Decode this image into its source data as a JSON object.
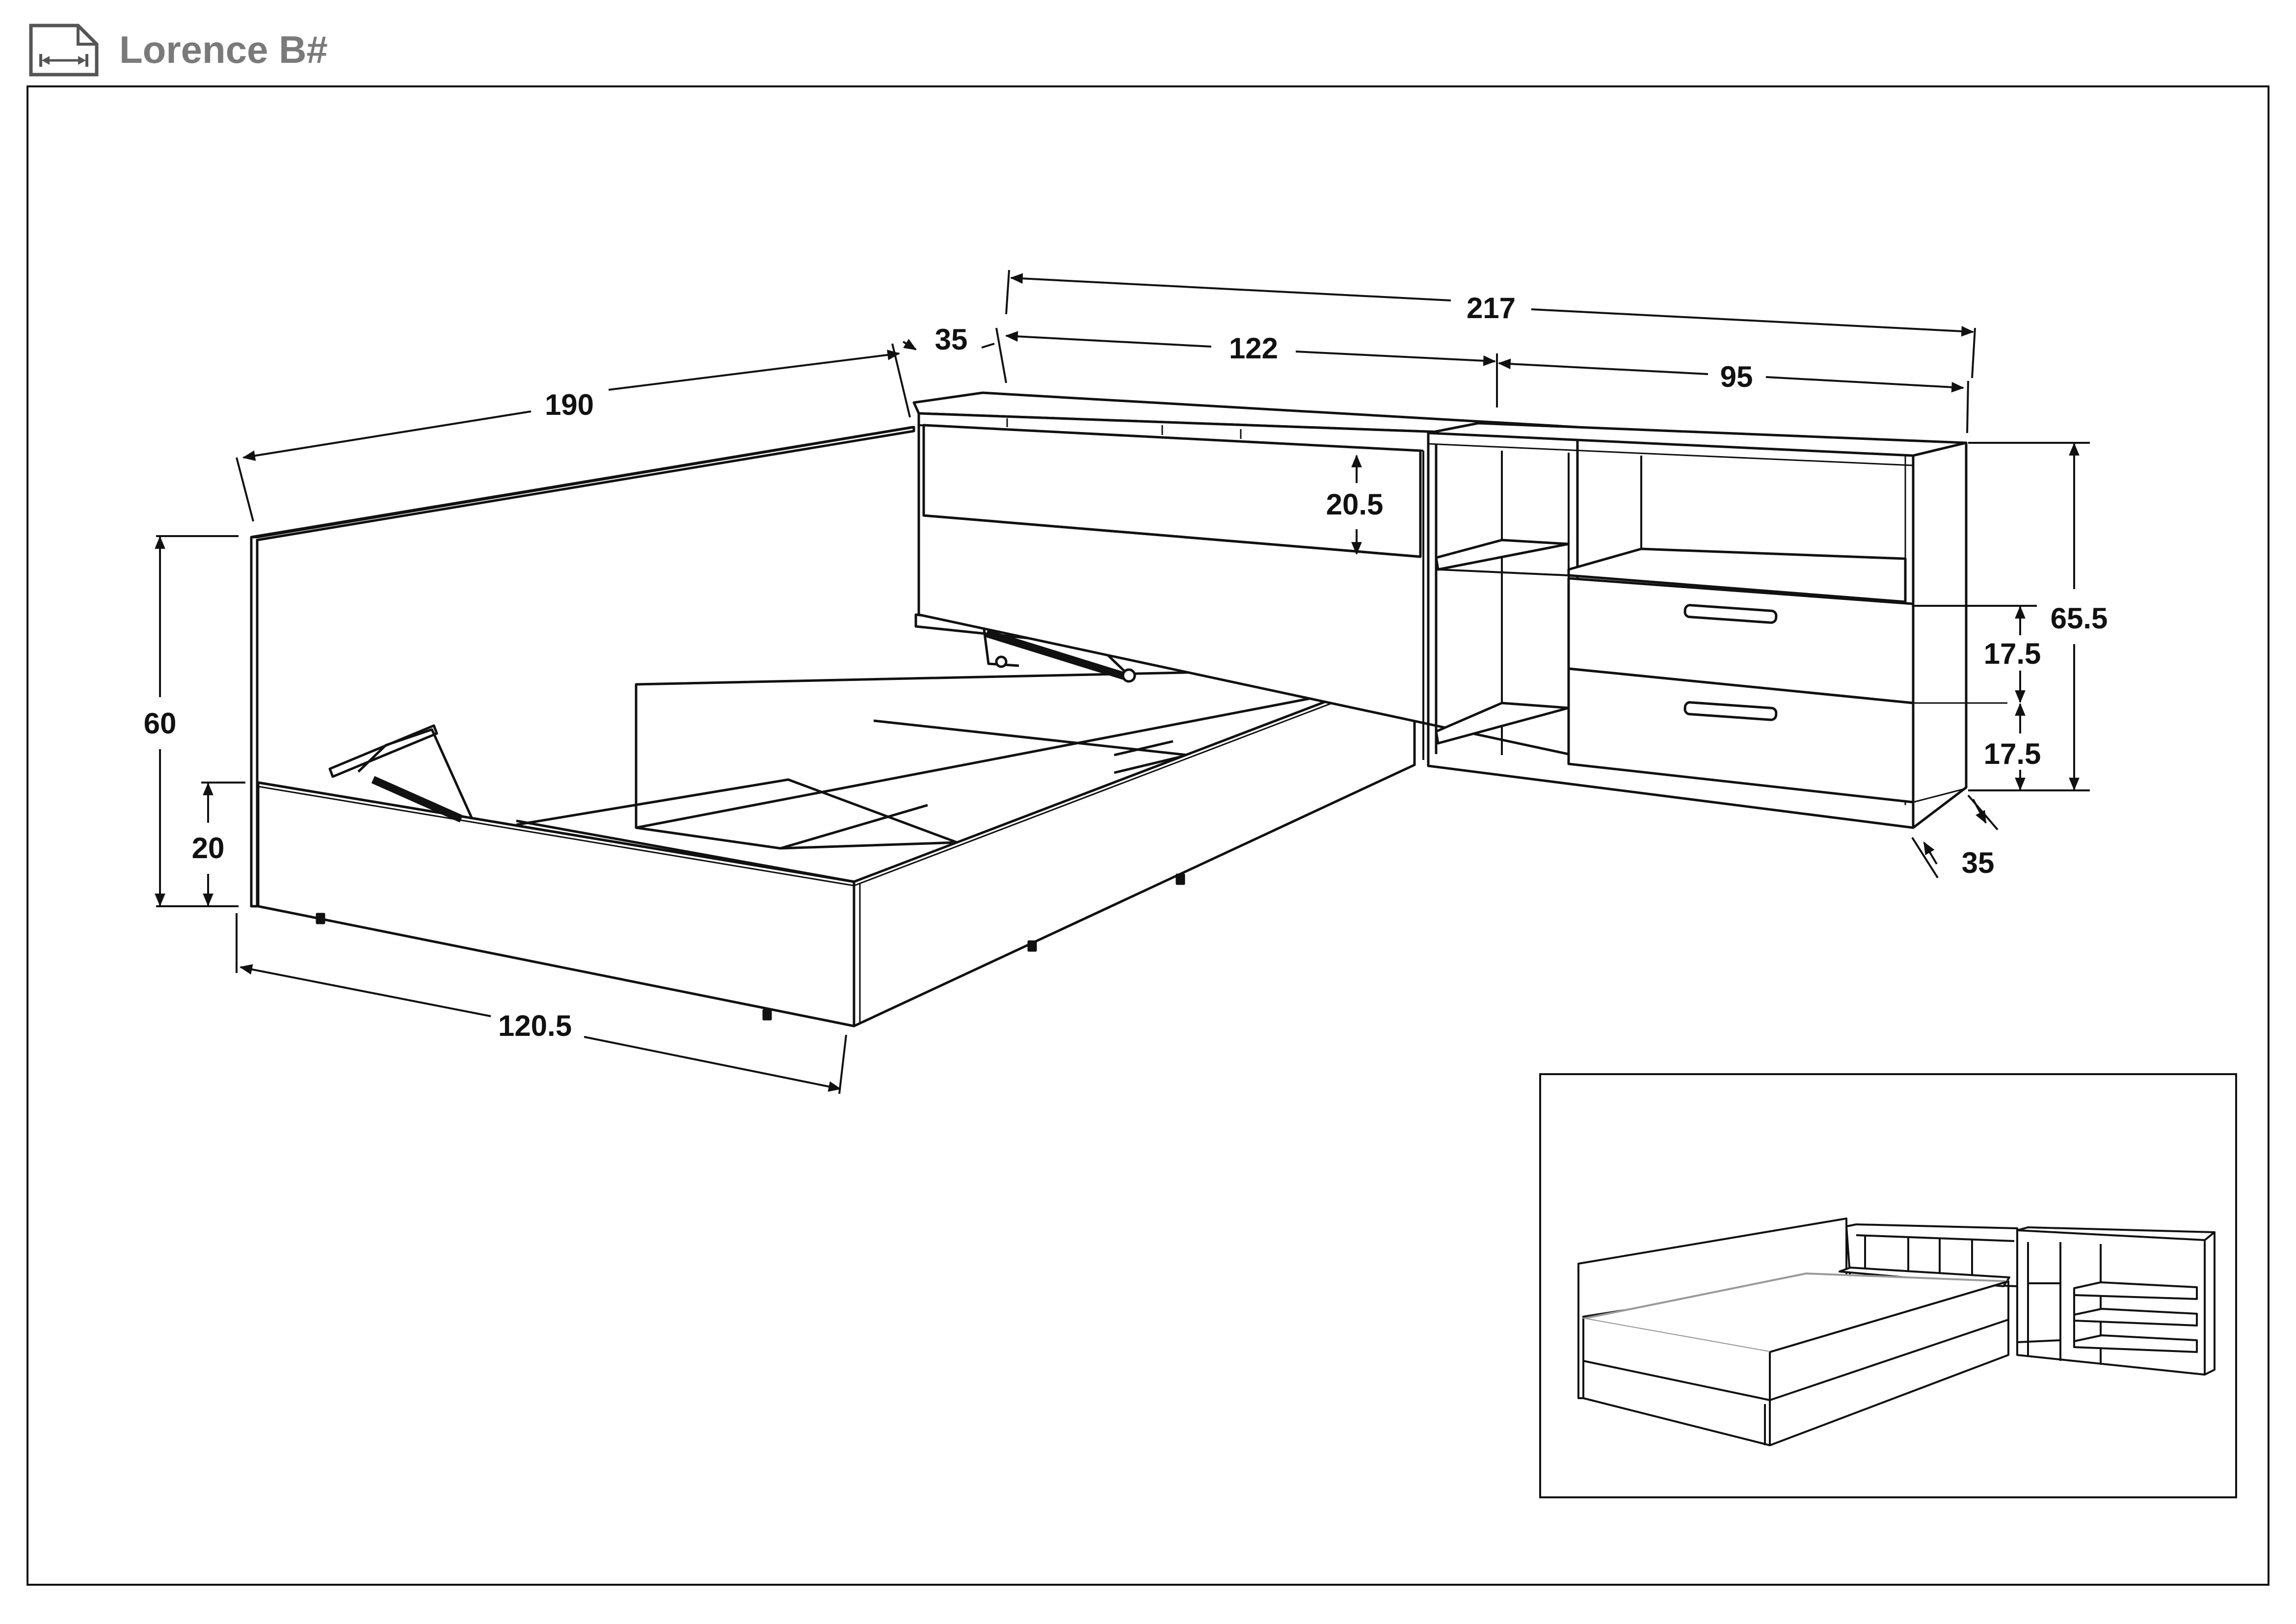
{
  "header": {
    "title": "Lorence B#",
    "icon": "dimensions-icon"
  },
  "dimensions": {
    "bed_length": "190",
    "bed_width": "120.5",
    "bed_height": "60",
    "bed_base_height": "20",
    "headboard_depth": "35",
    "headboard_length": "122",
    "total_length": "217",
    "cabinet_length": "95",
    "drawer_height": "20.5",
    "cabinet_height": "65.5",
    "cabinet_drawer_1": "17.5",
    "cabinet_drawer_2": "17.5",
    "cabinet_depth": "35"
  },
  "colors": {
    "line": "#111111",
    "header_text": "#7a7a7a",
    "inset_mattress": "#9a9a9a"
  }
}
